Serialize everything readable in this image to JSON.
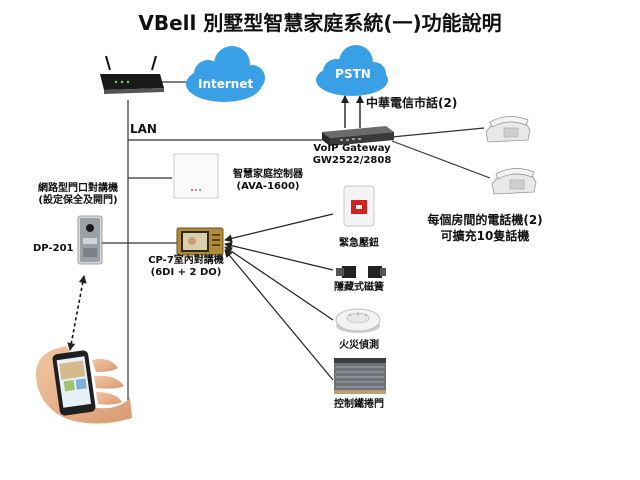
{
  "title": "VBell 別墅型智慧家庭系統(一)功能說明",
  "clouds": {
    "internet": "Internet",
    "pstn": "PSTN"
  },
  "labels": {
    "chunghwa": "中華電信市話(2)",
    "lan": "LAN",
    "voip_line1": "VoIP Gateway",
    "voip_line2": "GW2522/2808",
    "controller_line1": "智慧家庭控制器",
    "controller_line2": "(AVA-1600)",
    "door_line1": "網路型門口對講機",
    "door_line2": "(設定保全及開門)",
    "door_model": "DP-201",
    "indoor_line1": "CP-7室內對講機",
    "indoor_line2": "(6DI + 2 DO)",
    "phones_line1": "每個房間的電話機(2)",
    "phones_line2": "可擴充10隻話機",
    "emergency": "緊急壓鈕",
    "magnetic": "隱藏式磁簧",
    "fire": "火災偵測",
    "shutter": "控制鐵捲門"
  },
  "colors": {
    "cloud": "#3aa0e6",
    "line": "#333333"
  }
}
